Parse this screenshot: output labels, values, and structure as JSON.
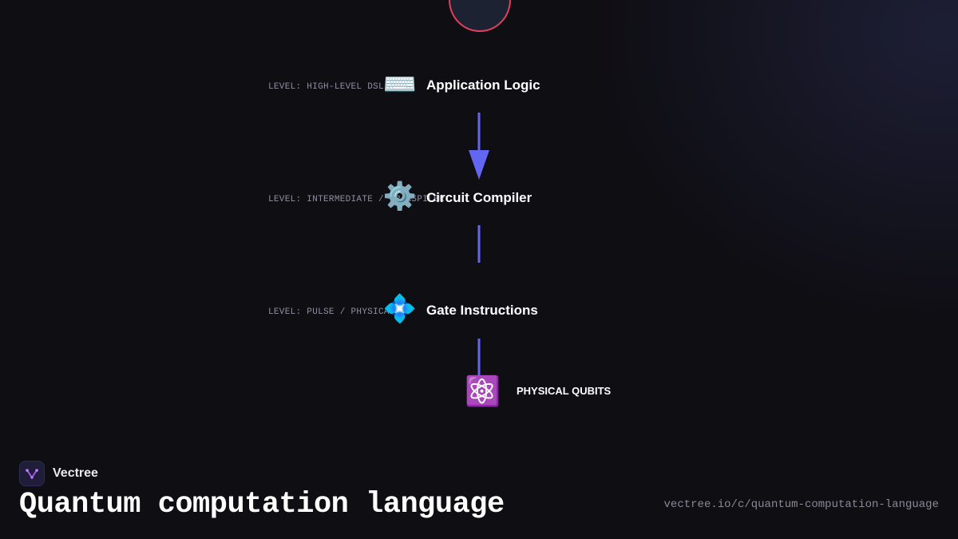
{
  "diagram": {
    "nodes": [
      {
        "level_label": "LEVEL: HIGH-LEVEL DSL",
        "icon": "⌨️",
        "icon_name": "keyboard-icon",
        "title": "Application Logic"
      },
      {
        "level_label": "LEVEL: INTERMEDIATE / TRANSPILER",
        "icon": "⚙️",
        "icon_name": "gear-icon",
        "title": "Circuit Compiler"
      },
      {
        "level_label": "LEVEL: PULSE / PHYSICAL",
        "icon": "💠",
        "icon_name": "diamond-icon",
        "title": "Gate Instructions"
      }
    ],
    "endpoint": {
      "icon": "⚛️",
      "icon_name": "atom-icon",
      "label": "PHYSICAL QUBITS"
    },
    "colors": {
      "connector": "#6366f1",
      "top_circle_border": "#e0405e"
    }
  },
  "footer": {
    "brand_name": "Vectree",
    "title": "Quantum computation language",
    "url": "vectree.io/c/quantum-computation-language"
  }
}
